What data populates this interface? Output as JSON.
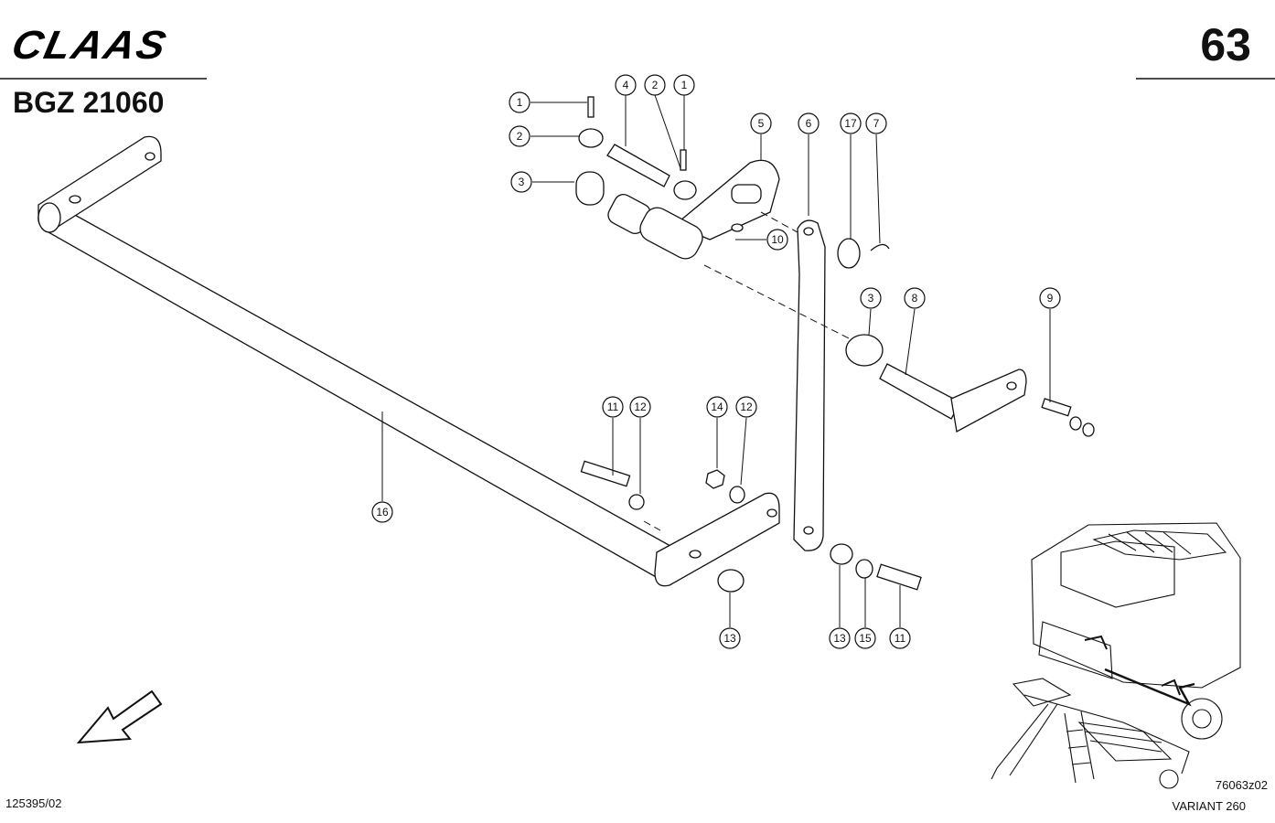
{
  "header": {
    "brand": "CLAAS",
    "group_code": "BGZ 21060",
    "page_number": "63"
  },
  "footer": {
    "doc_number": "125395/02",
    "figure_code": "76063z02",
    "model": "VARIANT 260"
  },
  "callouts": [
    "1",
    "2",
    "3",
    "4",
    "2",
    "1",
    "5",
    "6",
    "17",
    "7",
    "10",
    "3",
    "8",
    "9",
    "11",
    "12",
    "14",
    "12",
    "16",
    "13",
    "13",
    "15",
    "11"
  ]
}
